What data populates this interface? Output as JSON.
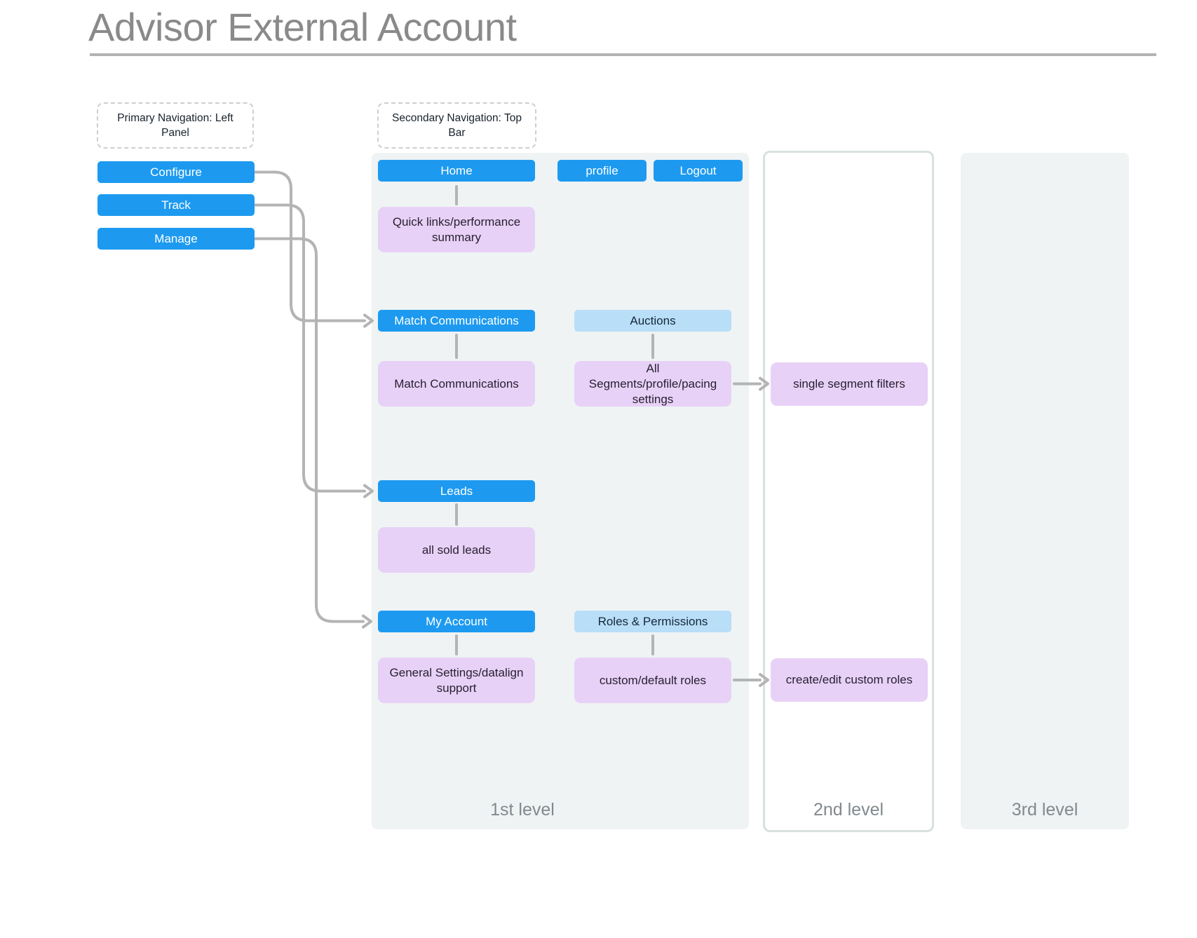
{
  "title": "Advisor External Account",
  "annotations": {
    "primary_nav": "Primary Navigation: Left\nPanel",
    "secondary_nav": "Secondary Navigation: Top\nBar"
  },
  "primary_nav": {
    "items": [
      "Configure",
      "Track",
      "Manage"
    ]
  },
  "level1": {
    "home_row": {
      "home": "Home",
      "profile": "profile",
      "logout": "Logout",
      "home_child": "Quick links/performance\nsummary"
    },
    "match_row": {
      "nav": "Match Communications",
      "nav_child": "Match Communications",
      "tab": "Auctions",
      "tab_child": "All Segments/profile/pacing\nsettings"
    },
    "leads_row": {
      "nav": "Leads",
      "nav_child": "all sold leads"
    },
    "account_row": {
      "nav": "My Account",
      "nav_child": "General Settings/datalign\nsupport",
      "tab": "Roles & Permissions",
      "tab_child": "custom/default roles"
    }
  },
  "level2": {
    "segment_filters": "single segment filters",
    "custom_roles": "create/edit custom roles"
  },
  "level_labels": {
    "first": "1st level",
    "second": "2nd level",
    "third": "3rd level"
  },
  "colors": {
    "nav_button_blue": "#1d9af0",
    "tab_light_blue": "#b9def7",
    "content_purple": "#e8d1f6",
    "panel_gray": "#eff3f4",
    "panel_border": "#d8e1df",
    "connector_gray": "#b4b4b4",
    "title_gray": "#8a8a8a"
  }
}
